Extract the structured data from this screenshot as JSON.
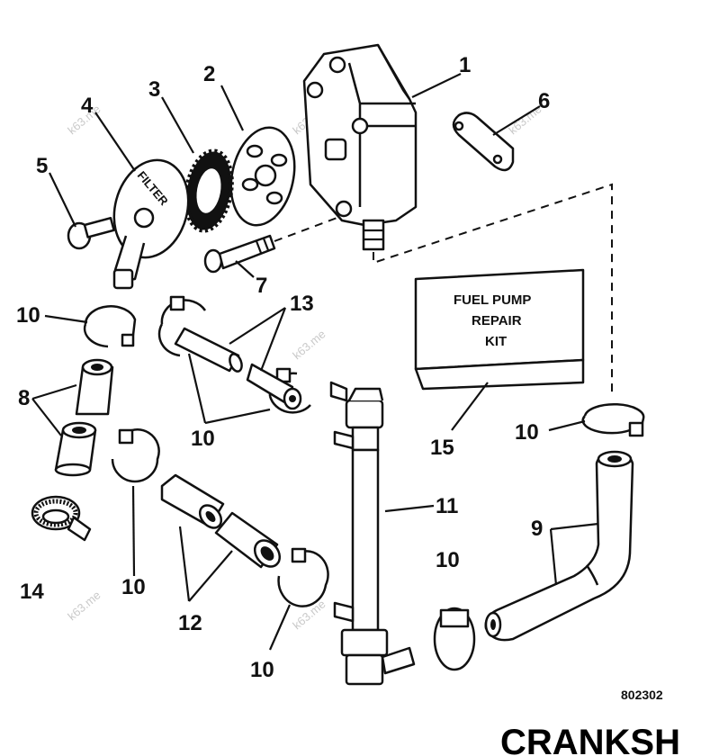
{
  "callouts": [
    {
      "id": "1",
      "label": "1"
    },
    {
      "id": "2",
      "label": "2"
    },
    {
      "id": "3",
      "label": "3"
    },
    {
      "id": "4",
      "label": "4"
    },
    {
      "id": "5",
      "label": "5"
    },
    {
      "id": "6",
      "label": "6"
    },
    {
      "id": "7",
      "label": "7"
    },
    {
      "id": "8",
      "label": "8"
    },
    {
      "id": "9",
      "label": "9"
    },
    {
      "id": "10a",
      "label": "10"
    },
    {
      "id": "10b",
      "label": "10"
    },
    {
      "id": "10c",
      "label": "10"
    },
    {
      "id": "10d",
      "label": "10"
    },
    {
      "id": "10e",
      "label": "10"
    },
    {
      "id": "10f",
      "label": "10"
    },
    {
      "id": "10g",
      "label": "10"
    },
    {
      "id": "11",
      "label": "11"
    },
    {
      "id": "12",
      "label": "12"
    },
    {
      "id": "13",
      "label": "13"
    },
    {
      "id": "14",
      "label": "14"
    },
    {
      "id": "15",
      "label": "15"
    }
  ],
  "filter_text": "FILTER",
  "kit_box": {
    "line1": "FUEL PUMP",
    "line2": "REPAIR",
    "line3": "KIT"
  },
  "reference_number": "802302",
  "footer_text": "CRANKSH",
  "watermark": "k63.me"
}
